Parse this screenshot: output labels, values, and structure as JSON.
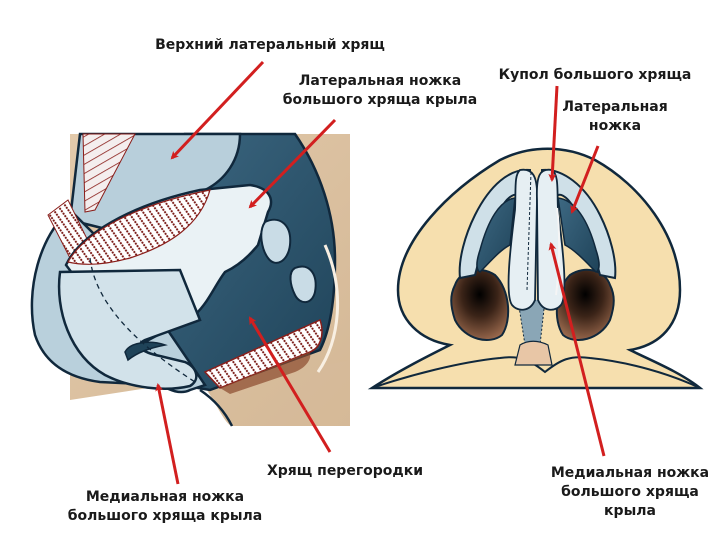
{
  "diagram": {
    "colors": {
      "arrow": "#d21f1f",
      "cartilage_light": "#cfe0e8",
      "cartilage_mid": "#9fbccb",
      "cartilage_dark": "#2f5a73",
      "outline": "#10283c",
      "skin": "#f6dfae",
      "skin_panel": "#dcc3a6",
      "nostril": "#9a6a4f",
      "hatch": "#8a1e1a"
    },
    "left_view": {
      "name": "lateral view",
      "labels": {
        "upper_lateral": "Верхний латеральный хрящ",
        "lateral_crus_line1": "Латеральная ножка",
        "lateral_crus_line2": "большого хряща крыла",
        "septal": "Хрящ перегородки",
        "medial_crus_line1": "Медиальная ножка",
        "medial_crus_line2": "большого хряща крыла"
      }
    },
    "right_view": {
      "name": "basal view",
      "labels": {
        "dome": "Купол большого хряща",
        "lateral_line1": "Латеральная",
        "lateral_line2": "ножка",
        "medial_line1": "Медиальная ножка",
        "medial_line2": "большого хряща",
        "medial_line3": "крыла"
      }
    }
  }
}
